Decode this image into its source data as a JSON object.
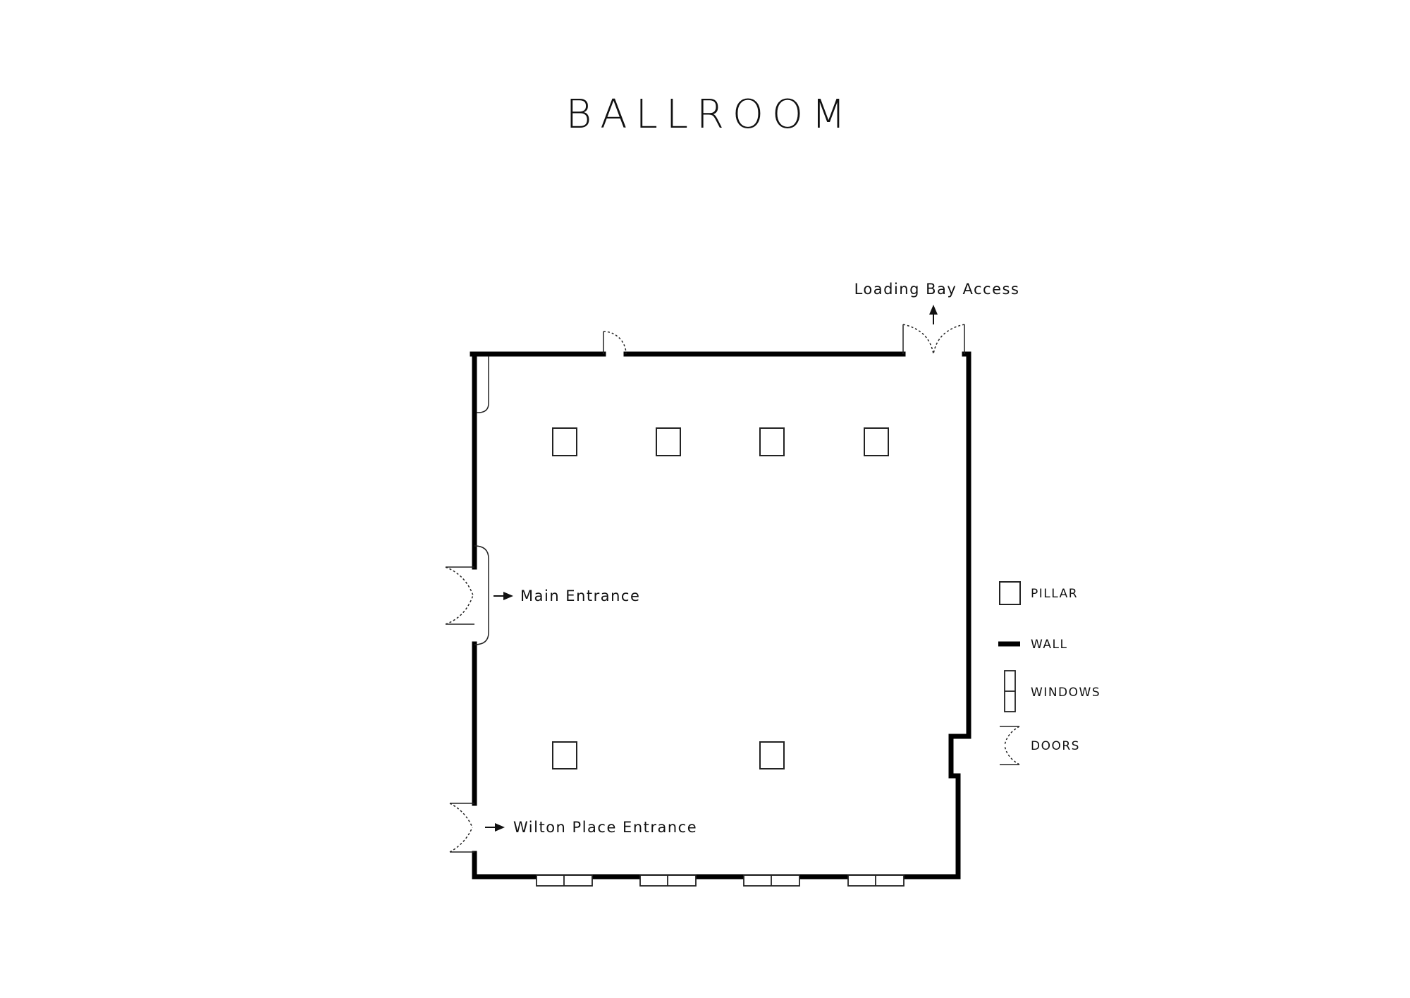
{
  "title": "BALLROOM",
  "labels": {
    "loading_bay": "Loading Bay Access",
    "main_entrance": "Main Entrance",
    "wilton_entrance": "Wilton Place Entrance"
  },
  "legend": {
    "pillar": "PILLAR",
    "wall": "WALL",
    "windows": "WINDOWS",
    "doors": "DOORS"
  },
  "colors": {
    "wall": "#000000",
    "line": "#222222",
    "background": "#ffffff"
  }
}
